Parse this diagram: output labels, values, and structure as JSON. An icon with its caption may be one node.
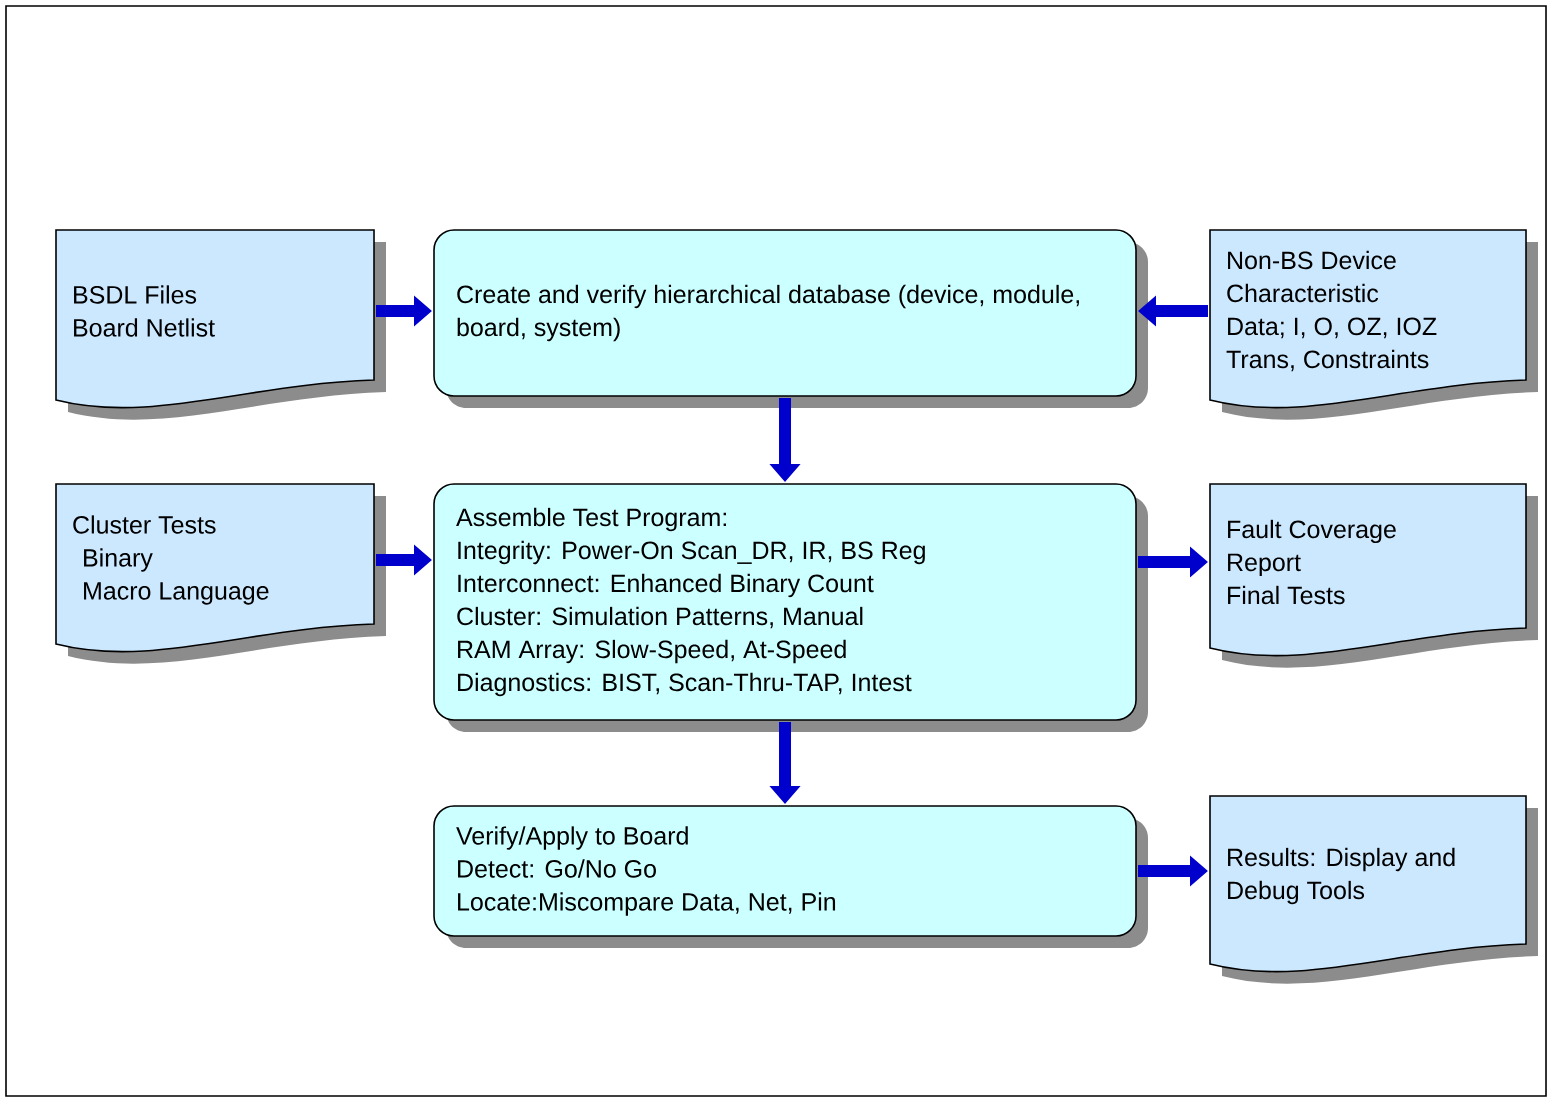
{
  "diagram": {
    "nodes": [
      {
        "text": [
          "BSDL Files",
          "Board Netlist"
        ]
      },
      {
        "text": [
          "Create and verify hierarchical database (device, module, board, system)"
        ]
      },
      {
        "text": [
          "Non-BS  Device",
          "Characteristic",
          "Data; I, O, OZ, IOZ",
          "Trans, Constraints"
        ]
      },
      {
        "text": [
          "Cluster Tests",
          "Binary",
          "Macro Language"
        ]
      },
      {
        "text": [
          "Assemble Test Program:",
          "Integrity: Power-On Scan_DR, IR, BS Reg",
          "Interconnect: Enhanced Binary Count",
          "Cluster: Simulation Patterns, Manual",
          "RAM Array: Slow-Speed, At-Speed",
          "Diagnostics: BIST, Scan-Thru-TAP, Intest"
        ]
      },
      {
        "text": [
          "Fault Coverage",
          "Report",
          "Final Tests"
        ]
      },
      {
        "text": [
          "Verify/Apply to Board",
          "Detect: Go/No Go",
          "Locate:Miscompare Data, Net, Pin"
        ]
      },
      {
        "text": [
          "Results: Display and Debug Tools"
        ]
      }
    ],
    "edges": [
      {
        "from": 0,
        "to": 1,
        "arrow": "to"
      },
      {
        "from": 2,
        "to": 1,
        "arrow": "to"
      },
      {
        "from": 1,
        "to": 4,
        "arrow": "to"
      },
      {
        "from": 3,
        "to": 4,
        "arrow": "to"
      },
      {
        "from": 4,
        "to": 5,
        "arrow": "to"
      },
      {
        "from": 4,
        "to": 6,
        "arrow": "to"
      },
      {
        "from": 6,
        "to": 7,
        "arrow": "to"
      }
    ]
  }
}
